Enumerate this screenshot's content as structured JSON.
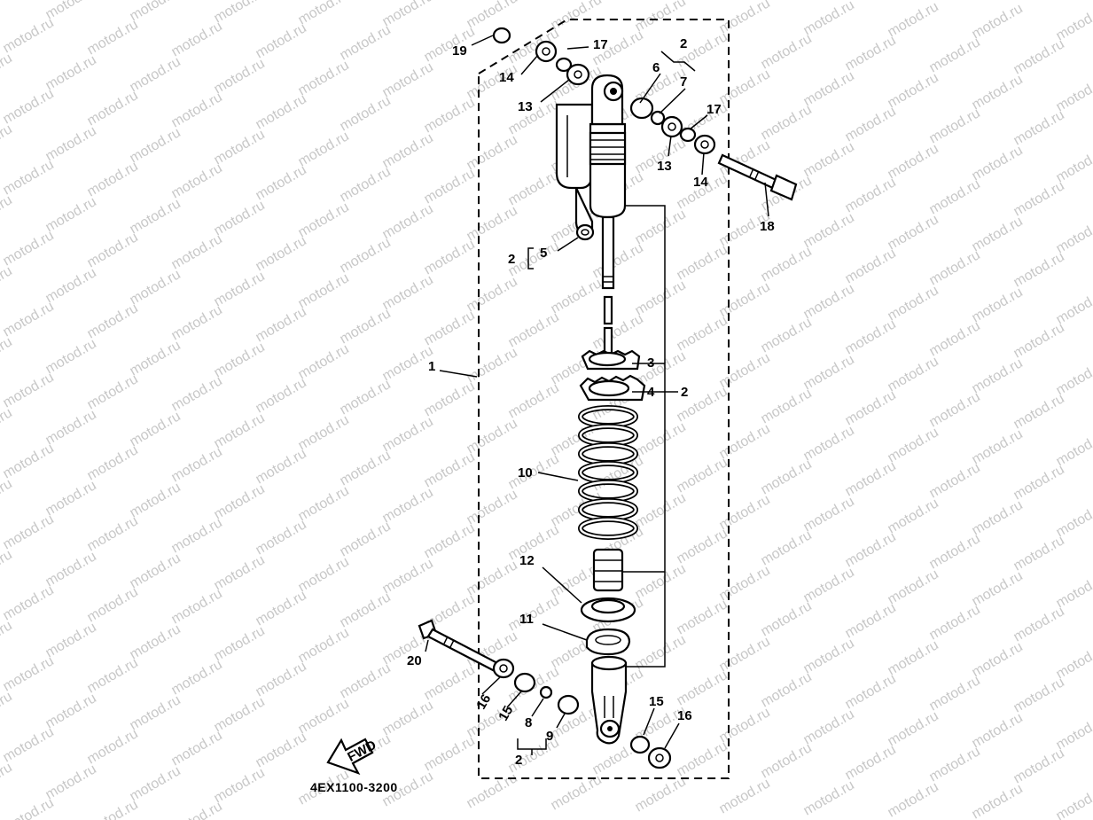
{
  "watermark": "motod.ru",
  "diagram_code": "4EX1100-3200",
  "fwd_label": "FWD",
  "callouts": [
    {
      "id": "c19",
      "text": "19"
    },
    {
      "id": "c14a",
      "text": "14"
    },
    {
      "id": "c17a",
      "text": "17"
    },
    {
      "id": "c13a",
      "text": "13"
    },
    {
      "id": "c2a",
      "text": "2"
    },
    {
      "id": "c6",
      "text": "6"
    },
    {
      "id": "c7",
      "text": "7"
    },
    {
      "id": "c17b",
      "text": "17"
    },
    {
      "id": "c13b",
      "text": "13"
    },
    {
      "id": "c14b",
      "text": "14"
    },
    {
      "id": "c18",
      "text": "18"
    },
    {
      "id": "c2b",
      "text": "2"
    },
    {
      "id": "c5",
      "text": "5"
    },
    {
      "id": "c1",
      "text": "1"
    },
    {
      "id": "c3",
      "text": "3"
    },
    {
      "id": "c4",
      "text": "4"
    },
    {
      "id": "c2c",
      "text": "2"
    },
    {
      "id": "c10",
      "text": "10"
    },
    {
      "id": "c12",
      "text": "12"
    },
    {
      "id": "c11",
      "text": "11"
    },
    {
      "id": "c20",
      "text": "20"
    },
    {
      "id": "c16a",
      "text": "16"
    },
    {
      "id": "c15a",
      "text": "15"
    },
    {
      "id": "c8",
      "text": "8"
    },
    {
      "id": "c9",
      "text": "9"
    },
    {
      "id": "c2d",
      "text": "2"
    },
    {
      "id": "c15b",
      "text": "15"
    },
    {
      "id": "c16b",
      "text": "16"
    }
  ]
}
